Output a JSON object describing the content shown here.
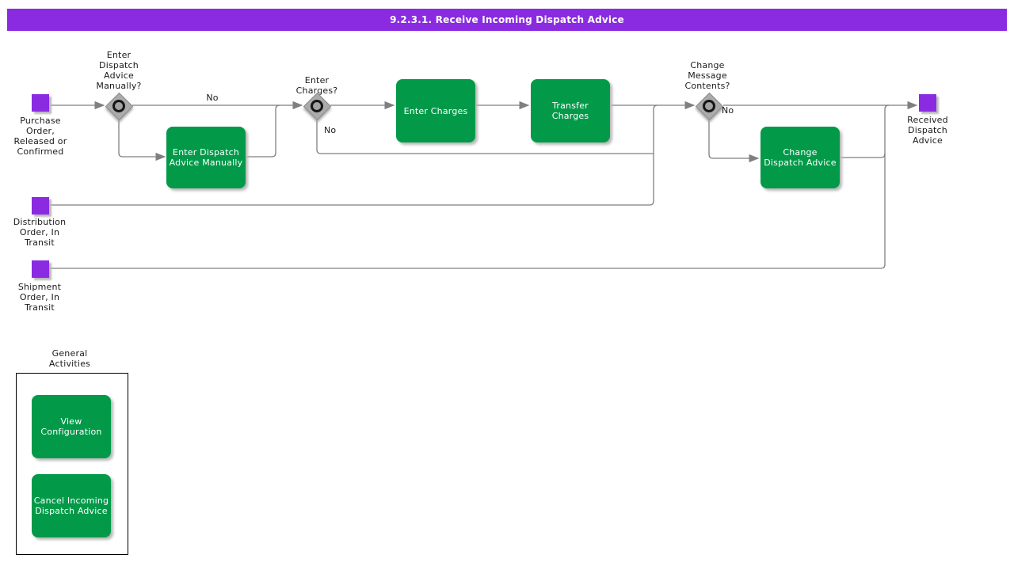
{
  "title": "9.2.3.1. Receive Incoming Dispatch Advice",
  "colors": {
    "title_bar": "#8A2BE2",
    "event_node": "#8A2BE2",
    "activity": "#029A49",
    "connector": "#7f7f7f",
    "decision": "#ABABAB"
  },
  "events": {
    "purchaseOrder": {
      "label": "Purchase\nOrder,\nReleased or\nConfirmed"
    },
    "distributionOrder": {
      "label": "Distribution\nOrder, In\nTransit"
    },
    "shipmentOrder": {
      "label": "Shipment\nOrder, In\nTransit"
    },
    "receivedDispatchAdvice": {
      "label": "Received\nDispatch\nAdvice"
    }
  },
  "decisions": {
    "enterDispatchAdviceManually": {
      "label": "Enter\nDispatch\nAdvice\nManually?",
      "no_label": "No"
    },
    "enterCharges": {
      "label": "Enter\nCharges?",
      "no_label": "No"
    },
    "changeMessageContents": {
      "label": "Change\nMessage\nContents?",
      "no_label": "No"
    }
  },
  "activities": {
    "enterDispatchAdviceManually": {
      "label": "Enter Dispatch\nAdvice Manually"
    },
    "enterCharges": {
      "label": "Enter Charges"
    },
    "transferCharges": {
      "label": "Transfer\nCharges"
    },
    "changeDispatchAdvice": {
      "label": "Change\nDispatch Advice"
    }
  },
  "general": {
    "title": "General\nActivities",
    "items": [
      {
        "label": "View\nConfiguration"
      },
      {
        "label": "Cancel Incoming\nDispatch Advice"
      }
    ]
  }
}
